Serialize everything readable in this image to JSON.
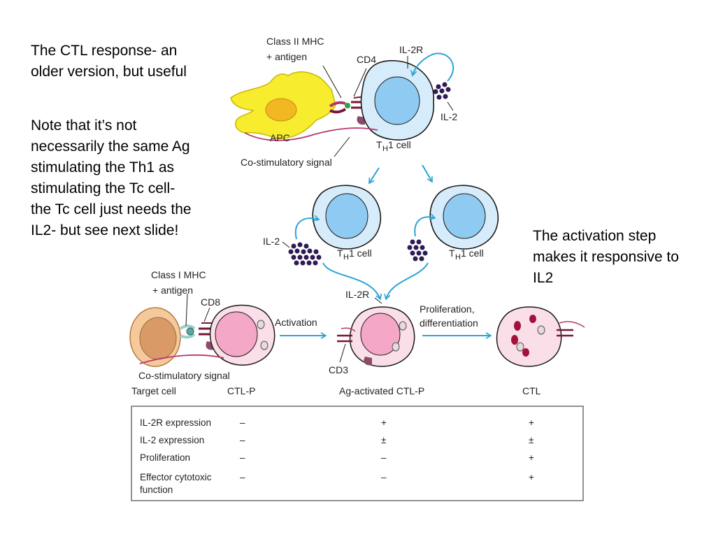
{
  "notes": {
    "intro": "The CTL response- an older version, but useful",
    "caveat": "Note that it’s not necessarily the same Ag stimulating the Th1 as stimulating the Tc cell- the Tc cell just needs the IL2- but see next slide!",
    "activation": "The activation step makes it responsive to IL2"
  },
  "diagram": {
    "class2_mhc": "Class II MHC",
    "plus_antigen_top": "+ antigen",
    "cd4": "CD4",
    "il2r_top": "IL-2R",
    "il2_top": "IL-2",
    "apc": "APC",
    "th1_main": "1 cell",
    "t": "T",
    "h": "H",
    "costim_top": "Co-stimulatory signal",
    "il2_left": "IL-2",
    "th1_left": "1 cell",
    "th1_right": "1 cell",
    "class1_mhc": "Class I MHC",
    "plus_antigen_bottom": "+ antigen",
    "cd8": "CD8",
    "il2r_mid": "IL-2R",
    "activation": "Activation",
    "proliferation": "Proliferation,",
    "differentiation": "differentiation",
    "cd3": "CD3",
    "costim_bottom": "Co-stimulatory signal",
    "target_cell": "Target cell",
    "ctl_p": "CTL-P",
    "ag_activated": "Ag-activated CTL-P",
    "ctl": "CTL"
  },
  "table": {
    "rows": [
      {
        "label": "IL-2R expression",
        "ctlp": "–",
        "activated": "+",
        "ctl": "+"
      },
      {
        "label": "IL-2 expression",
        "ctlp": "–",
        "activated": "±",
        "ctl": "±"
      },
      {
        "label": "Proliferation",
        "ctlp": "–",
        "activated": "–",
        "ctl": "+"
      },
      {
        "label": "Effector cytotoxic",
        "label2": "function",
        "ctlp": "–",
        "activated": "–",
        "ctl": "+"
      }
    ]
  },
  "colors": {
    "arrow": "#2aa3d6",
    "th1_fill": "#d7ecfa",
    "th1_nucleus": "#8fcaf2",
    "ctl_fill": "#fbdfe8",
    "ctl_nucleus": "#f4a7c6",
    "apc_fill": "#f8ec2e",
    "apc_nucleus": "#f2b824",
    "target_fill": "#f6c99a",
    "target_nucleus": "#d99a68",
    "il2_dots": "#2e1a54",
    "receptor": "#7a1436",
    "costim": "#b8366e"
  }
}
